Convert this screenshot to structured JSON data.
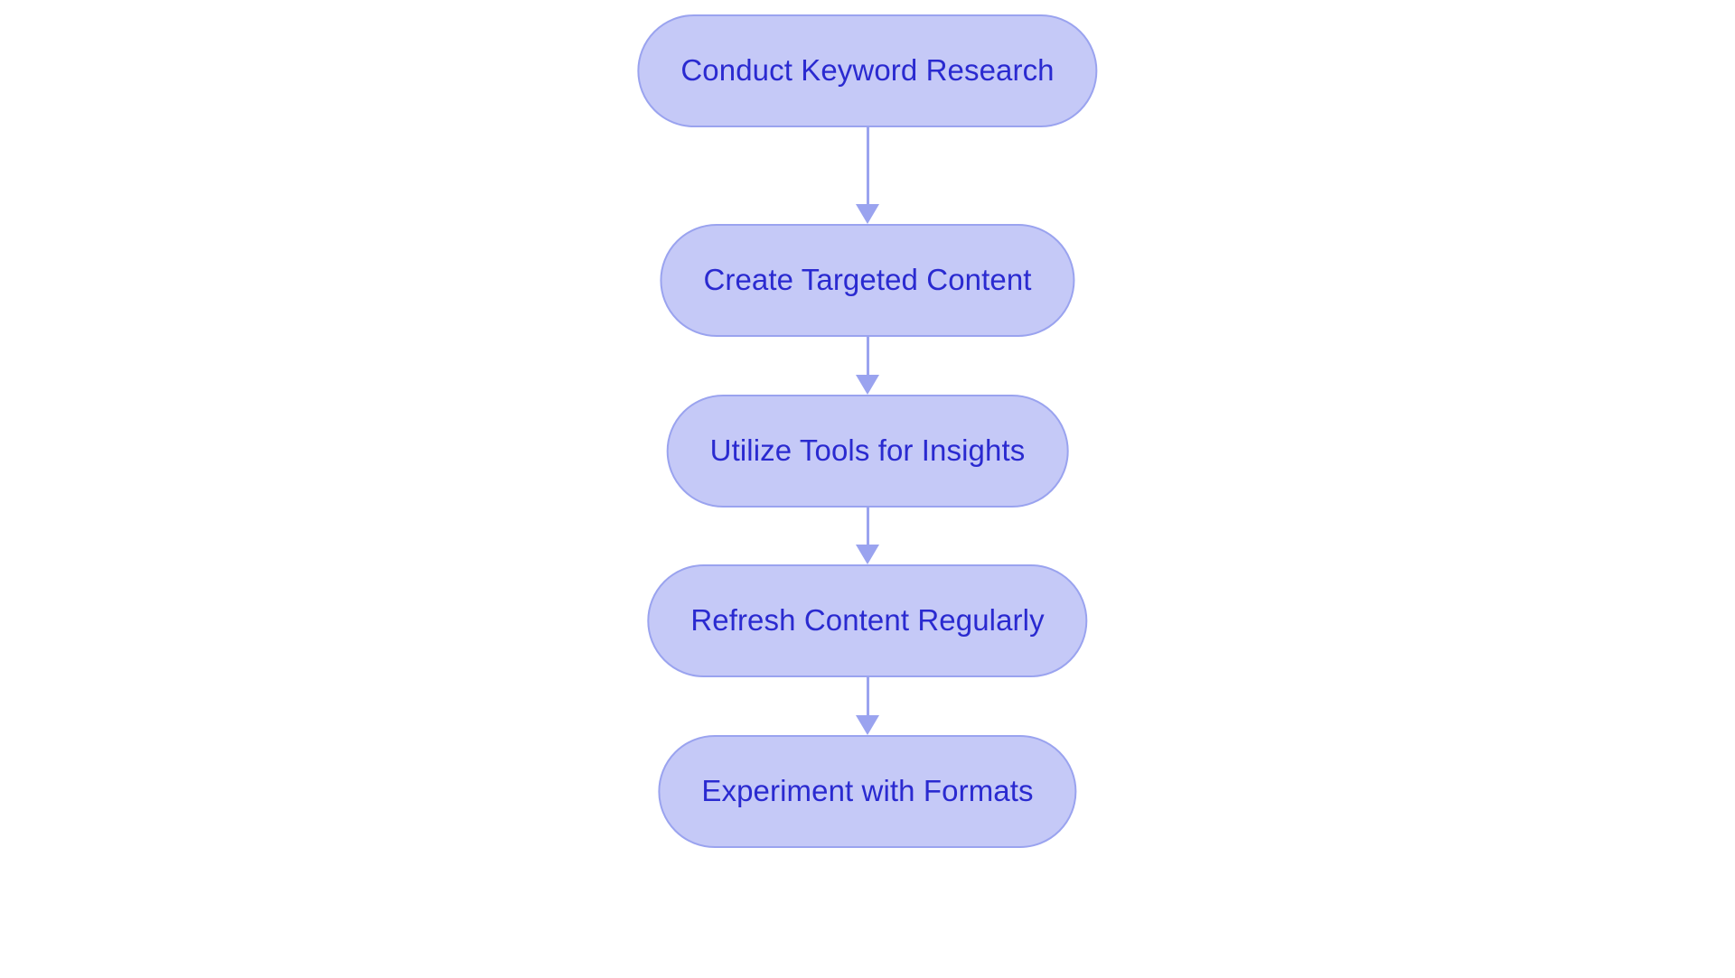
{
  "diagram": {
    "type": "flowchart",
    "orientation": "vertical",
    "title": "",
    "background_color": "#ffffff",
    "node_fill_color": "#c5c9f7",
    "node_border_color": "#9aa3ef",
    "node_text_color": "#2a2ad0",
    "connector_color": "#9aa3ef",
    "node_shape": "rounded-pill",
    "nodes": [
      {
        "id": "n1",
        "label": "Conduct Keyword Research",
        "order": 1
      },
      {
        "id": "n2",
        "label": "Create Targeted Content",
        "order": 2
      },
      {
        "id": "n3",
        "label": "Utilize Tools for Insights",
        "order": 3
      },
      {
        "id": "n4",
        "label": "Refresh Content Regularly",
        "order": 4
      },
      {
        "id": "n5",
        "label": "Experiment with Formats",
        "order": 5
      }
    ],
    "edges": [
      {
        "from": "n1",
        "to": "n2",
        "label": "",
        "arrow": "down-arrow"
      },
      {
        "from": "n2",
        "to": "n3",
        "label": "",
        "arrow": "down-arrow"
      },
      {
        "from": "n3",
        "to": "n4",
        "label": "",
        "arrow": "down-arrow"
      },
      {
        "from": "n4",
        "to": "n5",
        "label": "",
        "arrow": "down-arrow"
      }
    ]
  }
}
